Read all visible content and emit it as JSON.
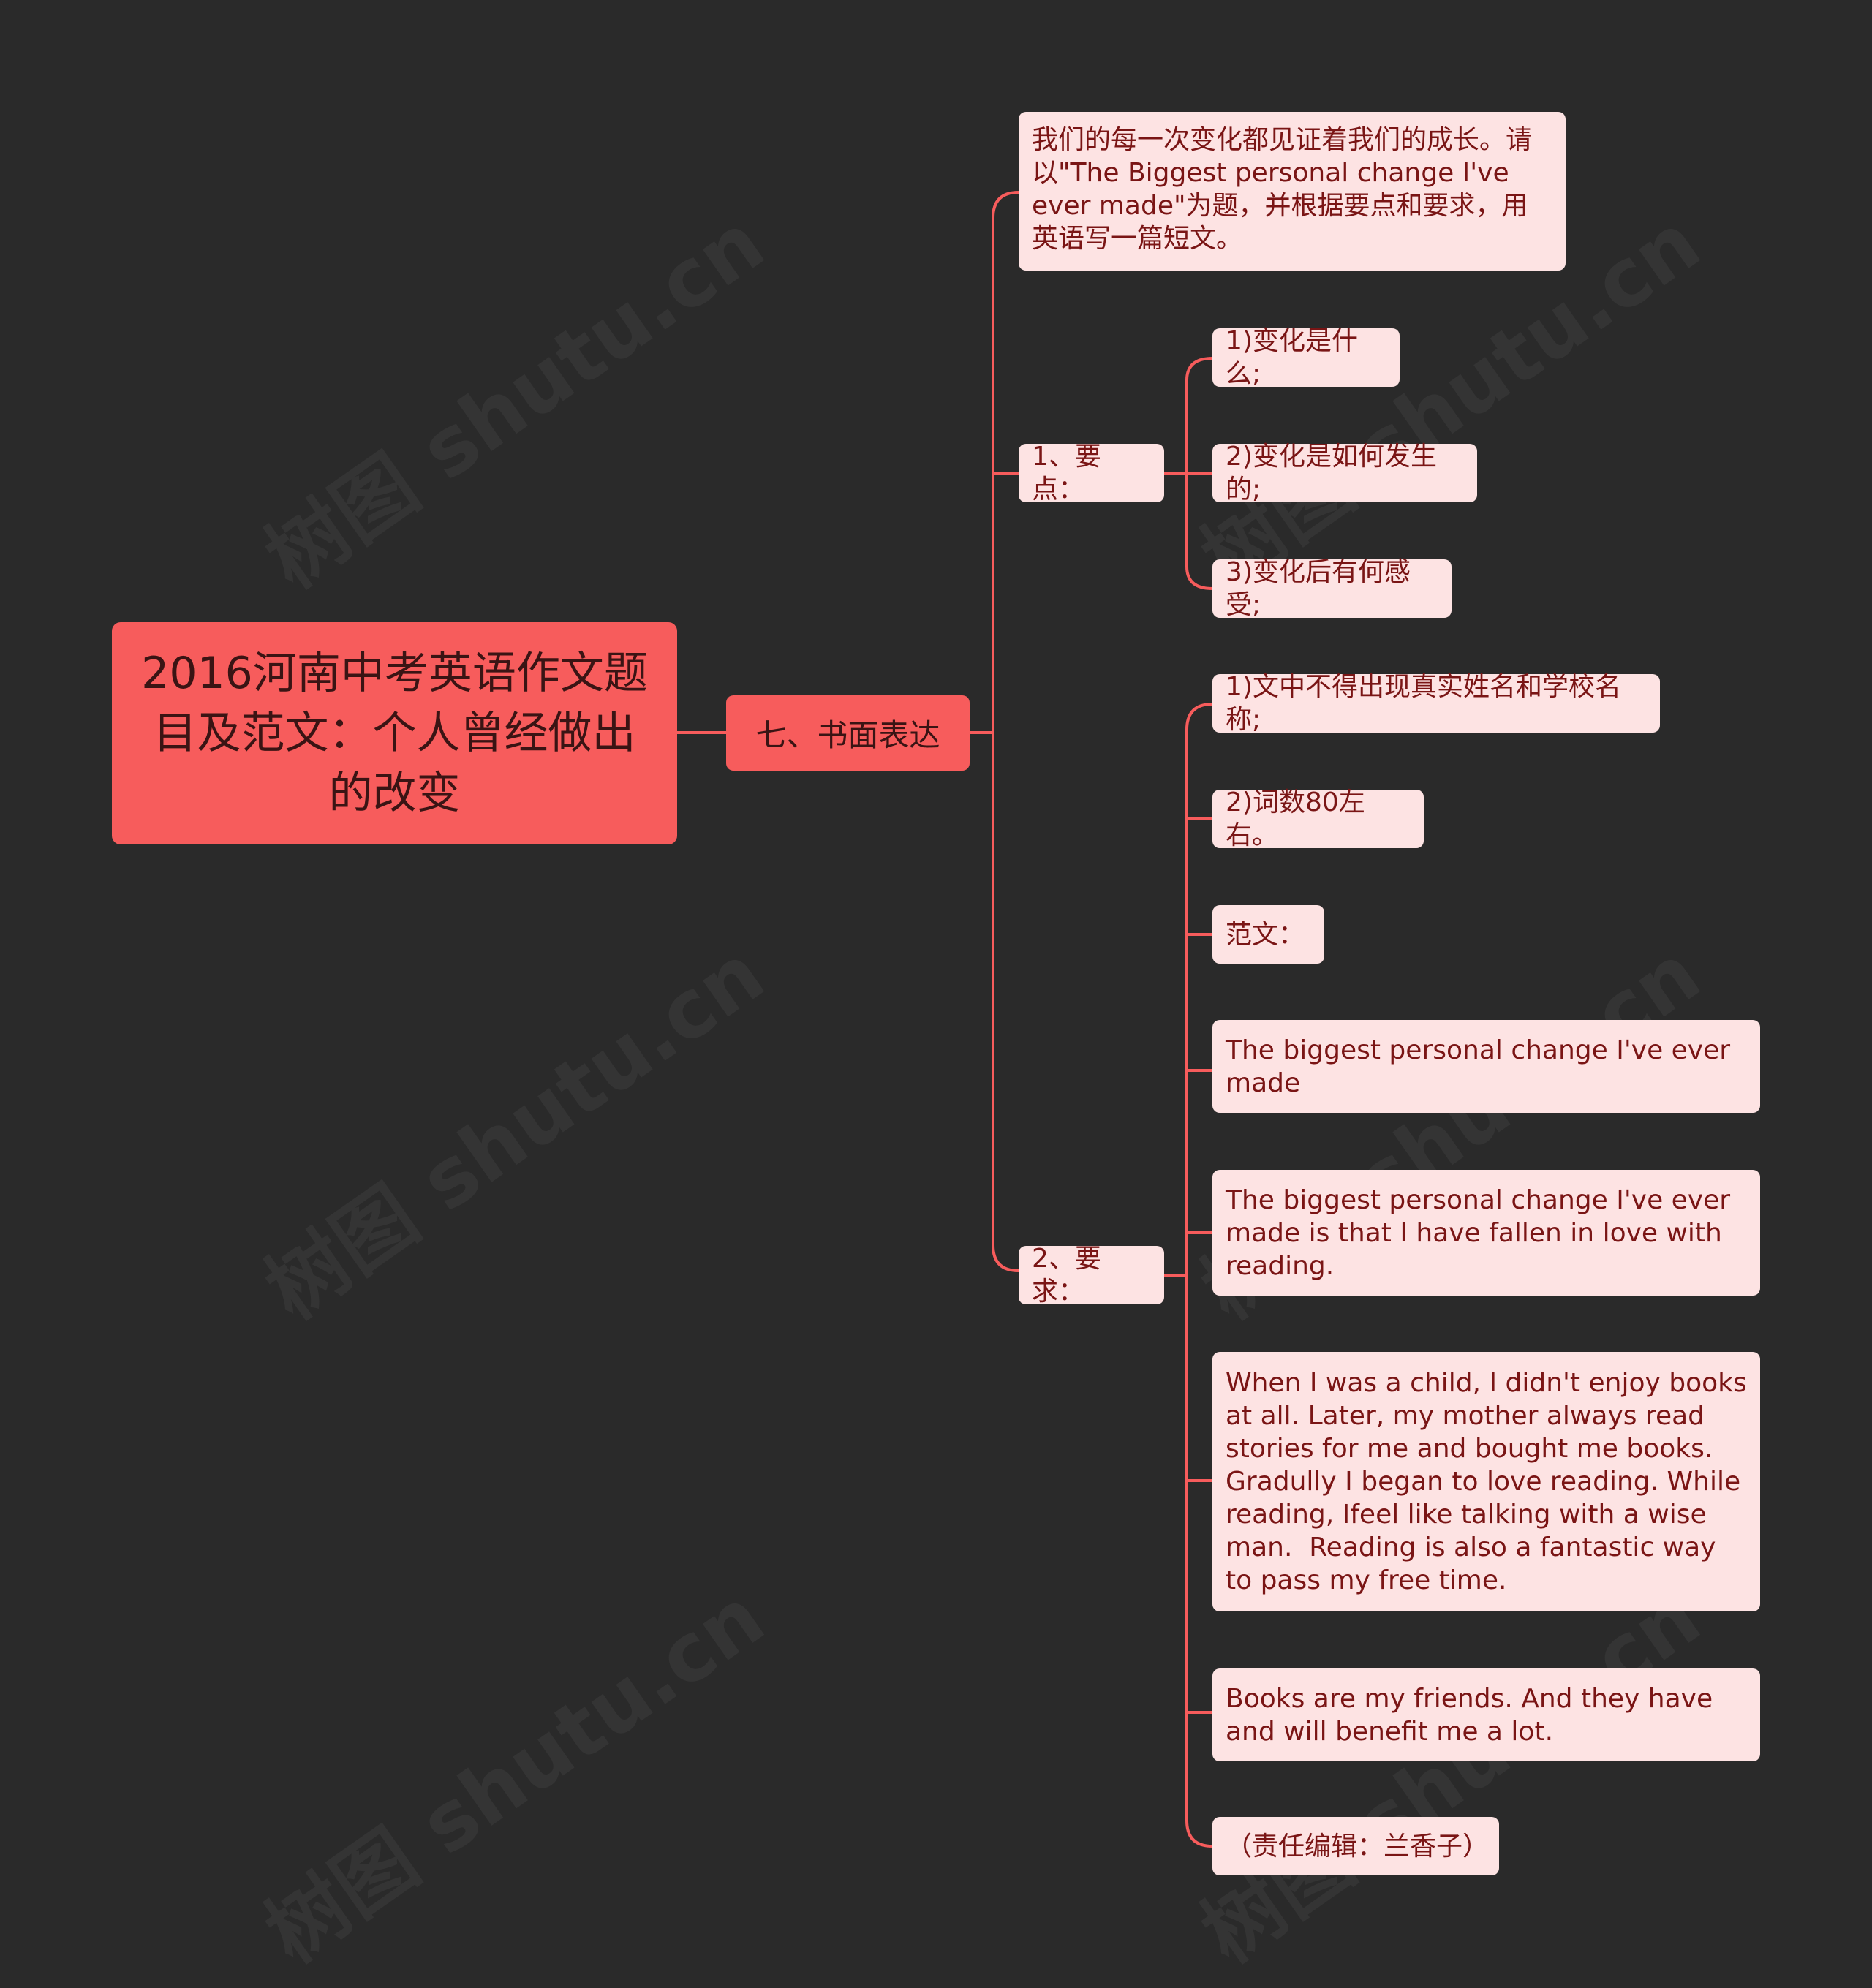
{
  "root": {
    "title": "2016河南中考英语作文题目及范文：个人曾经做出的改变"
  },
  "branch": {
    "label": "七、书面表达"
  },
  "children": {
    "intro": "我们的每一次变化都见证着我们的成长。请以\"The Biggest personal change I've ever made\"为题，并根据要点和要求，用英语写一篇短文。",
    "points": {
      "label": "1、要点：",
      "items": [
        "1)变化是什么;",
        "2)变化是如何发生的;",
        "3)变化后有何感受;"
      ]
    },
    "requirements": {
      "label": "2、要求：",
      "items": [
        "1)文中不得出现真实姓名和学校名称;",
        "2)词数80左右。",
        "范文：",
        "The biggest personal change I've ever made",
        "The biggest personal change I've ever made is that I have fallen in love with reading.",
        "When I was a child, I didn't enjoy books at all. Later, my mother always read stories for me and bought me books. Gradully I began to love reading. While reading, Ifeel like talking with a wise man.  Reading is also a fantastic way to pass my free time.",
        "Books are my friends. And they have and will benefit me a lot.",
        "（责任编辑：兰香子）"
      ]
    }
  },
  "watermark": "树图 shutu.cn",
  "colors": {
    "background": "#2a2a2a",
    "accent": "#f75c5c",
    "leaf_bg": "#fde3e3",
    "leaf_text": "#7a1515",
    "line": "#f75c5c"
  }
}
